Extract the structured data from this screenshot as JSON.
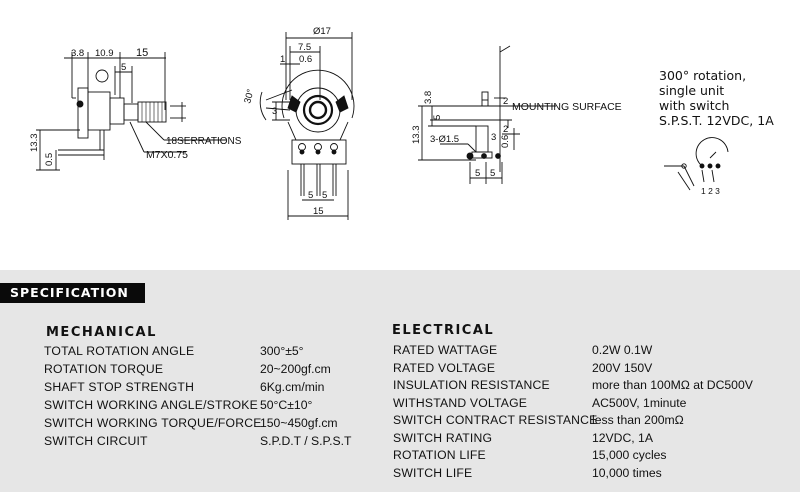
{
  "drawing": {
    "side_view": {
      "dims": [
        "3.8",
        "10.9",
        "15",
        "5",
        "13.3",
        "0.5"
      ],
      "callouts": [
        "18SERRATIONS",
        "M7X0.75"
      ],
      "angle_note": ""
    },
    "front_view": {
      "dims": [
        "Ø17",
        "7.5",
        "0.6",
        "1",
        "30°",
        "3",
        "5",
        "5",
        "15"
      ]
    },
    "rear_view": {
      "dims": [
        "2",
        "3.8",
        "5",
        "13.3",
        "3",
        "3-Ø1.5",
        "2",
        "0.6",
        "5",
        "5"
      ],
      "callouts": [
        "MOUNTING SURFACE"
      ]
    },
    "circuit": {
      "pins": "1 2 3"
    }
  },
  "description": {
    "line1": "300° rotation,",
    "line2": "single unit",
    "line3": "with switch",
    "line4": "S.P.S.T.  12VDC, 1A"
  },
  "spec": {
    "title": "SPECIFICATION",
    "mechanical": {
      "heading": "MECHANICAL",
      "rows": [
        {
          "label": "TOTAL ROTATION ANGLE",
          "value": "300°±5°"
        },
        {
          "label": "ROTATION TORQUE",
          "value": "20~200gf.cm"
        },
        {
          "label": "SHAFT STOP STRENGTH",
          "value": "6Kg.cm/min"
        },
        {
          "label": "SWITCH WORKING ANGLE/STROKE",
          "value": "50°C±10°"
        },
        {
          "label": "SWITCH WORKING TORQUE/FORCE",
          "value": "150~450gf.cm"
        },
        {
          "label": "SWITCH CIRCUIT",
          "value": "S.P.D.T / S.P.S.T"
        }
      ]
    },
    "electrical": {
      "heading": "ELECTRICAL",
      "rows": [
        {
          "label": "RATED  WATTAGE",
          "value": "0.2W    0.1W"
        },
        {
          "label": "RATED VOLTAGE",
          "value": "200V    150V"
        },
        {
          "label": "INSULATION RESISTANCE",
          "value": "more than 100MΩ at DC500V"
        },
        {
          "label": "WITHSTAND VOLTAGE",
          "value": "AC500V, 1minute"
        },
        {
          "label": "SWITCH CONTRACT RESISTANCE",
          "value": "less than 200mΩ"
        },
        {
          "label": "SWITCH RATING",
          "value": "12VDC, 1A"
        },
        {
          "label": "ROTATION LIFE",
          "value": "15,000 cycles"
        },
        {
          "label": "SWITCH LIFE",
          "value": "10,000 times"
        }
      ]
    }
  }
}
